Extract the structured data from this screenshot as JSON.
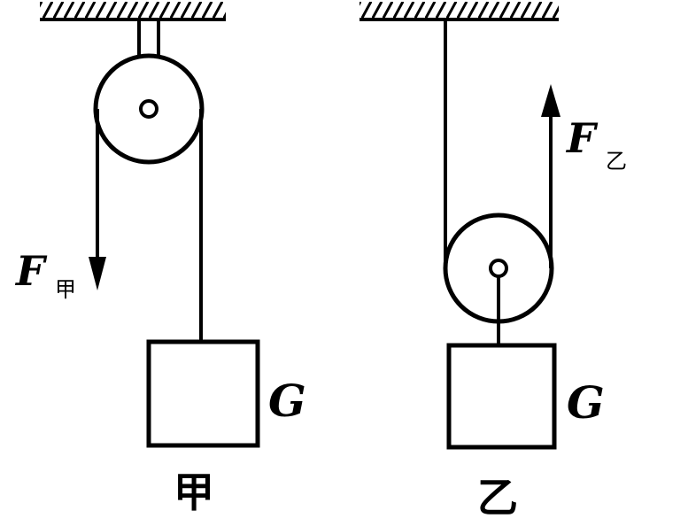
{
  "diagram": {
    "left": {
      "force_symbol": "F",
      "force_subscript": "甲",
      "weight_label": "G",
      "caption": "甲"
    },
    "right": {
      "force_symbol": "F",
      "force_subscript": "乙",
      "weight_label": "G",
      "caption": "乙"
    },
    "colors": {
      "ink": "#000000",
      "background": "#ffffff"
    }
  }
}
